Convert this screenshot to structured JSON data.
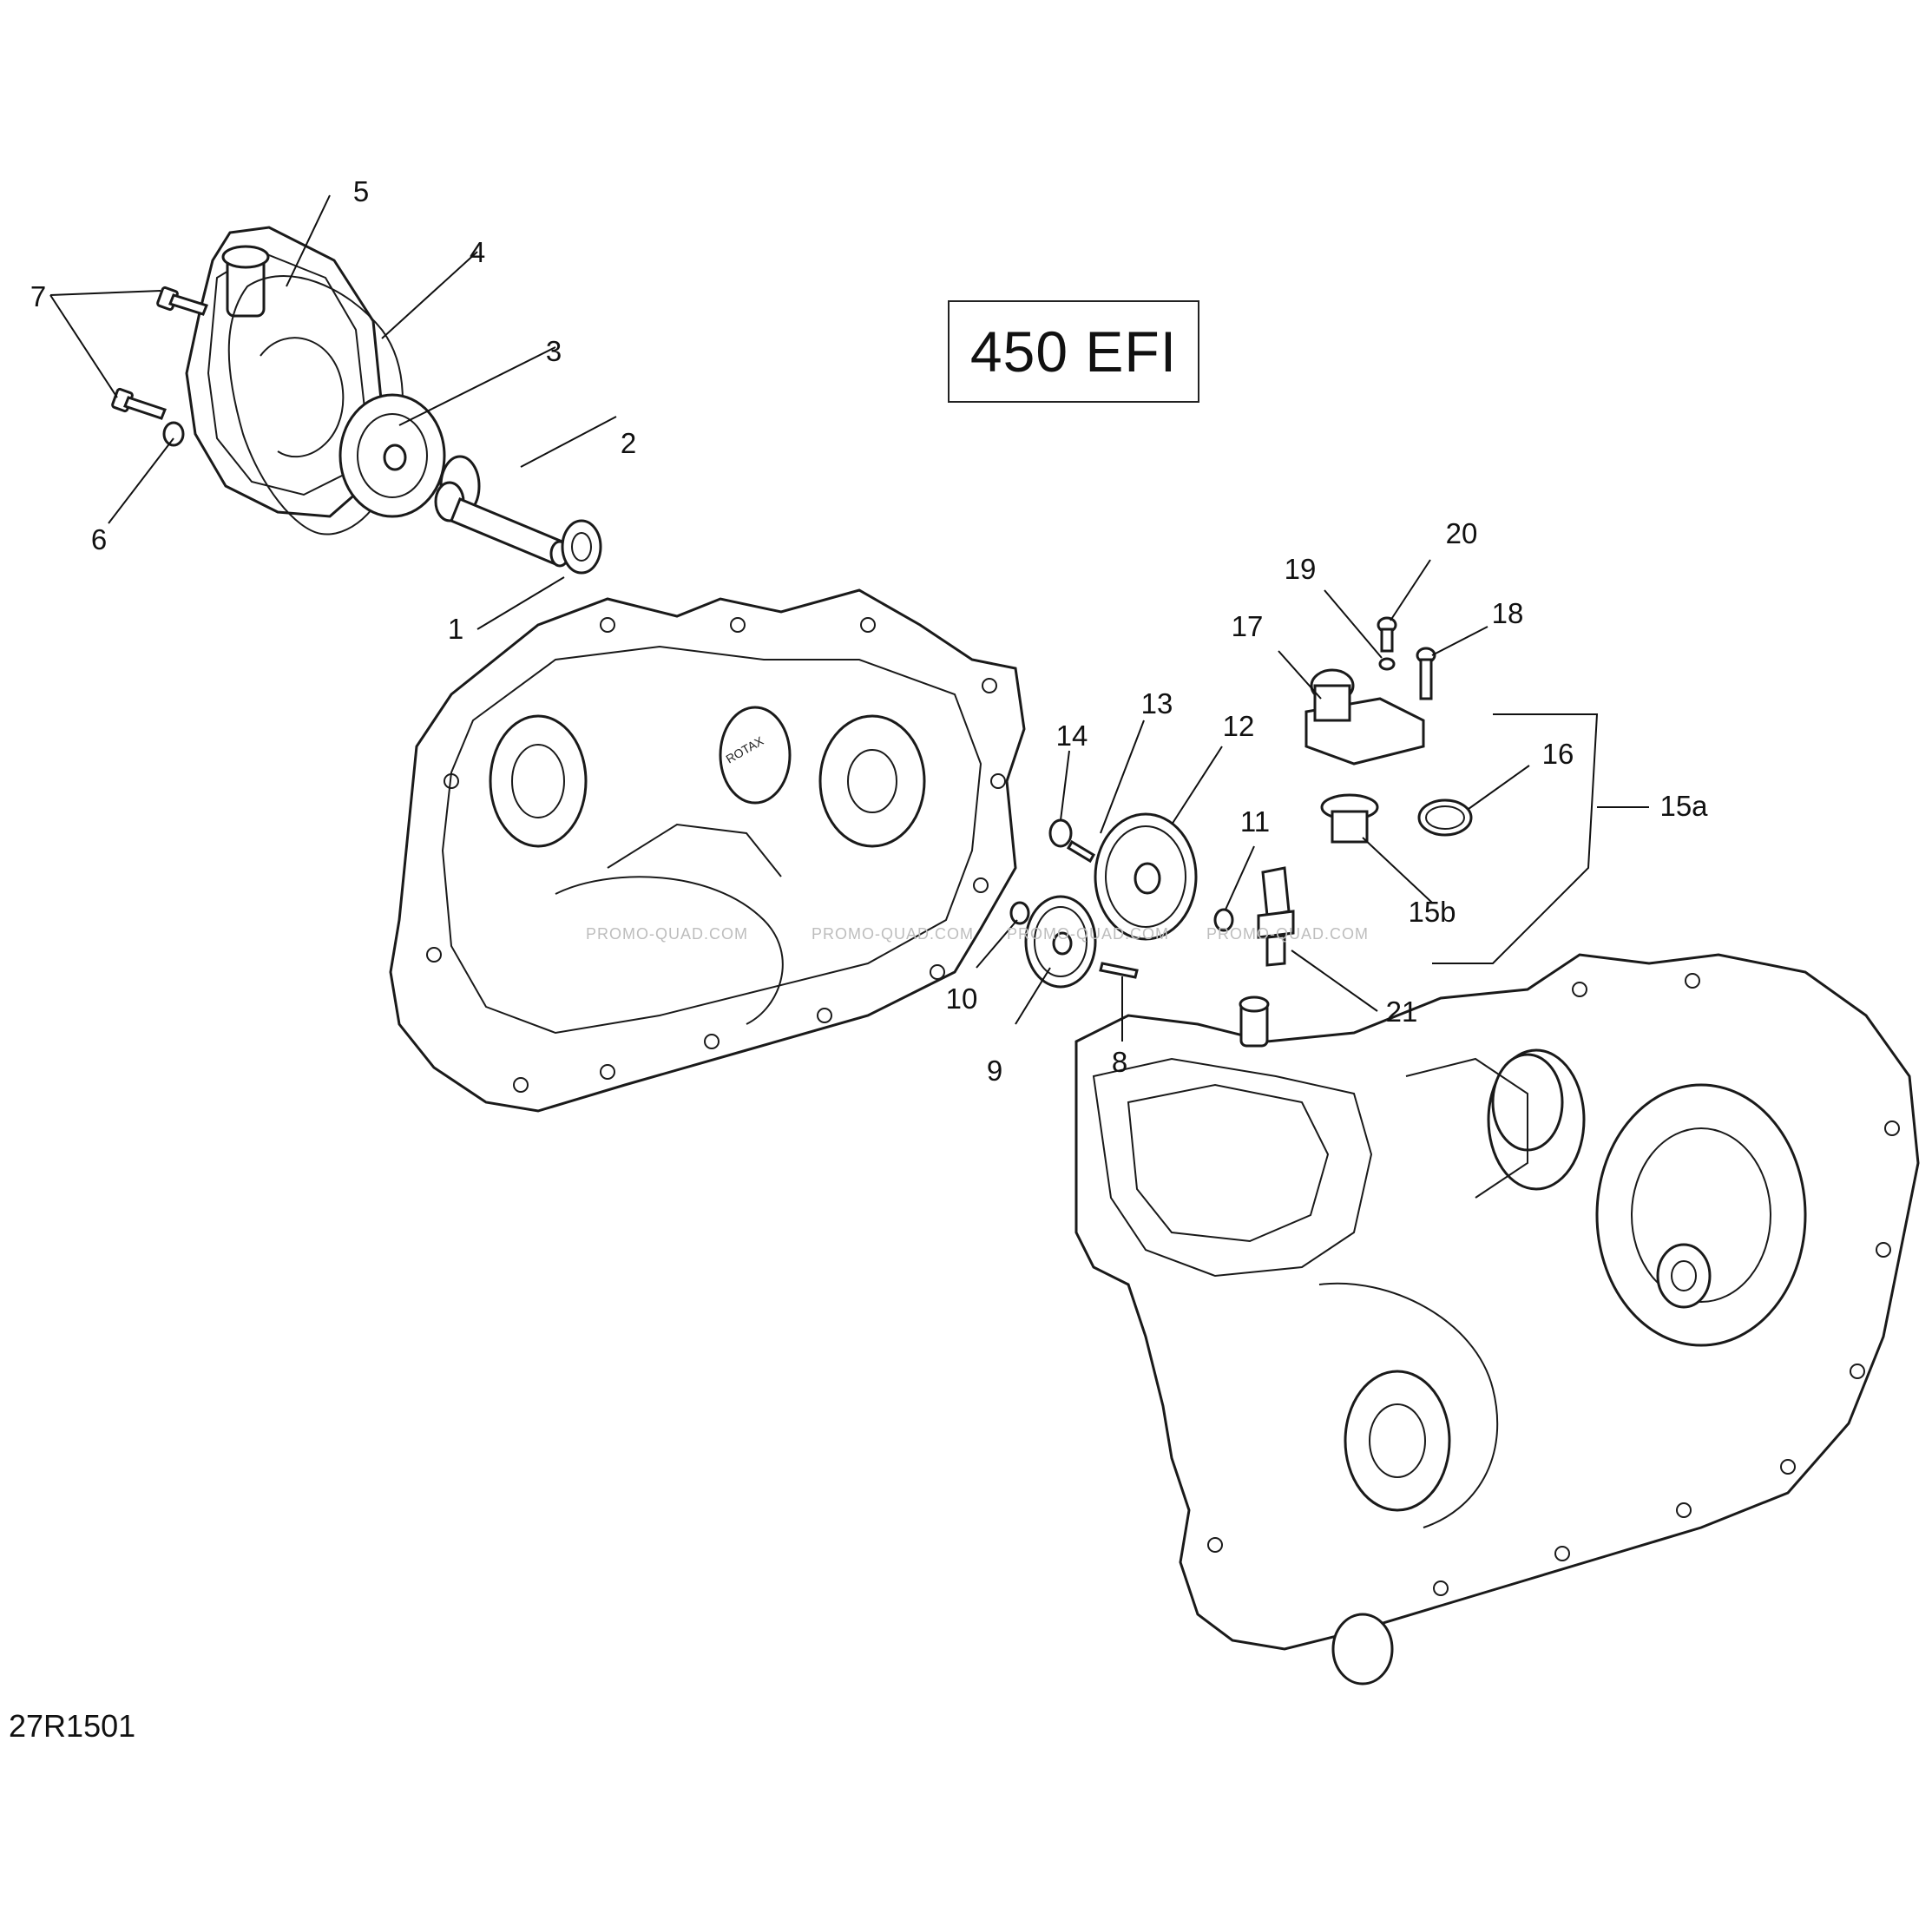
{
  "diagram": {
    "model_label": "450 EFI",
    "drawing_number": "27R1501",
    "watermark": "PROMO-QUAD.COM",
    "brand_mark": "ROTAX",
    "callouts": [
      "1",
      "2",
      "3",
      "4",
      "5",
      "6",
      "7",
      "8",
      "9",
      "10",
      "11",
      "12",
      "13",
      "14",
      "15a",
      "15b",
      "16",
      "17",
      "18",
      "19",
      "20",
      "21"
    ]
  }
}
